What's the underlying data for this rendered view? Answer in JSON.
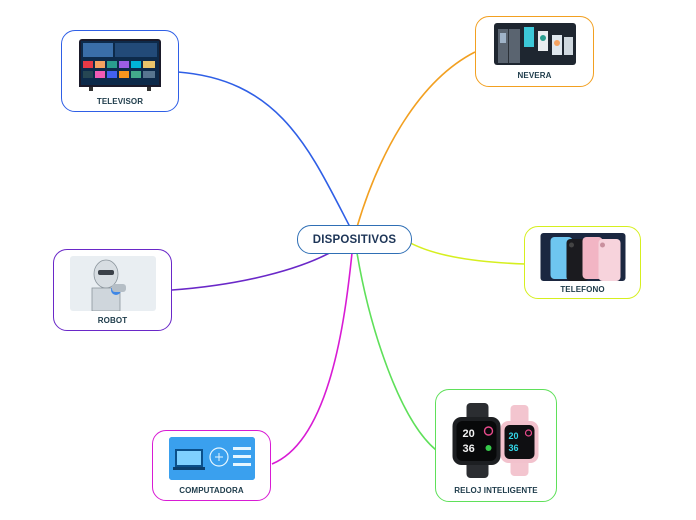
{
  "map": {
    "center": "DISPOSITIVOS",
    "nodes": {
      "televisor": {
        "label": "TELEVISOR",
        "color": "#2f5fe6",
        "image": "tv-icon"
      },
      "nevera": {
        "label": "NEVERA",
        "color": "#f2a021",
        "image": "fridge-icon"
      },
      "telefono": {
        "label": "TELEFONO",
        "color": "#d6ef1f",
        "image": "phone-icon"
      },
      "robot": {
        "label": "ROBOT",
        "color": "#6a28c8",
        "image": "robot-icon"
      },
      "computadora": {
        "label": "COMPUTADORA",
        "color": "#d81bd4",
        "image": "computer-icon"
      },
      "reloj": {
        "label": "RELOJ INTELIGENTE",
        "color": "#5fe05a",
        "image": "smartwatch-icon"
      }
    }
  }
}
